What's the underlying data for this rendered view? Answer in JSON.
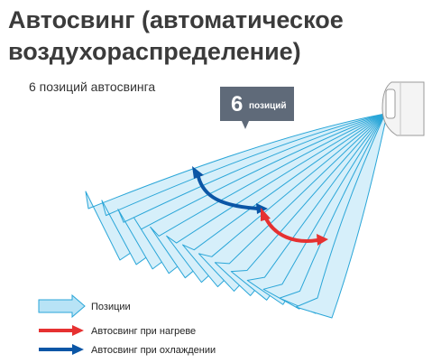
{
  "title": "Автосвинг (автоматическое воздухораспределение)",
  "subtitle": "6 позиций автосвинга",
  "badge": {
    "number": "6",
    "label": "позиций"
  },
  "colors": {
    "flow_fill": "#d6effa",
    "flow_stroke": "#2aa6d8",
    "heating_arrow": "#e63131",
    "cooling_arrow": "#0b56a6",
    "badge_fill": "#5f6a79",
    "legend_arrow_fill": "#b8e3f6"
  },
  "legend": [
    {
      "icon": "light-blue-arrow-icon",
      "label": "Позиции"
    },
    {
      "icon": "red-arrow-icon",
      "label": "Автосвинг при нагреве"
    },
    {
      "icon": "blue-arrow-icon",
      "label": "Автосвинг при охлаждении"
    }
  ]
}
